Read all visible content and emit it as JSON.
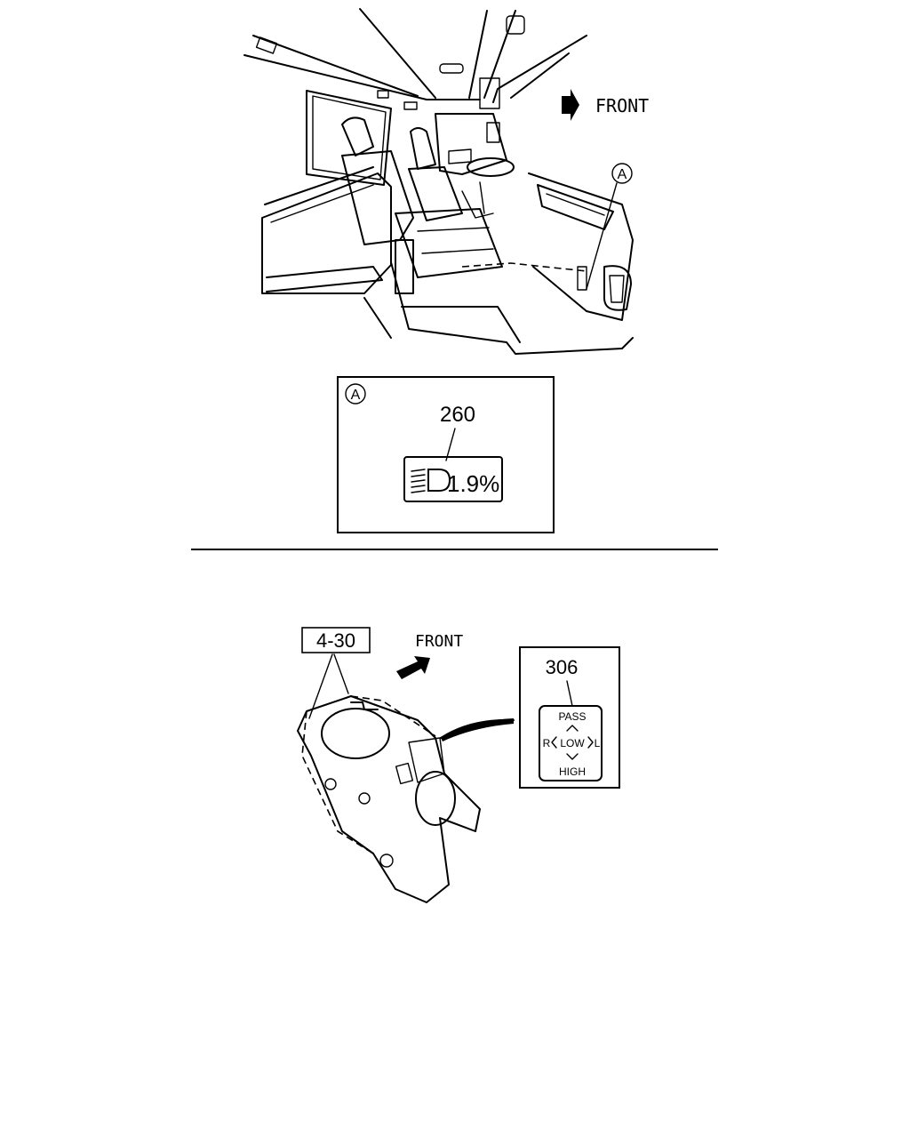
{
  "top_view": {
    "front_label": "FRONT",
    "callout_letter": "A"
  },
  "detail_a": {
    "letter": "A",
    "part_number": "260",
    "switch_label": "1.9%"
  },
  "bottom_view": {
    "section_ref": "4-30",
    "front_label": "FRONT",
    "part_number": "306",
    "switch_pass": "PASS",
    "switch_low": "LOW",
    "switch_high": "HIGH",
    "switch_r": "R",
    "switch_l": "L"
  }
}
